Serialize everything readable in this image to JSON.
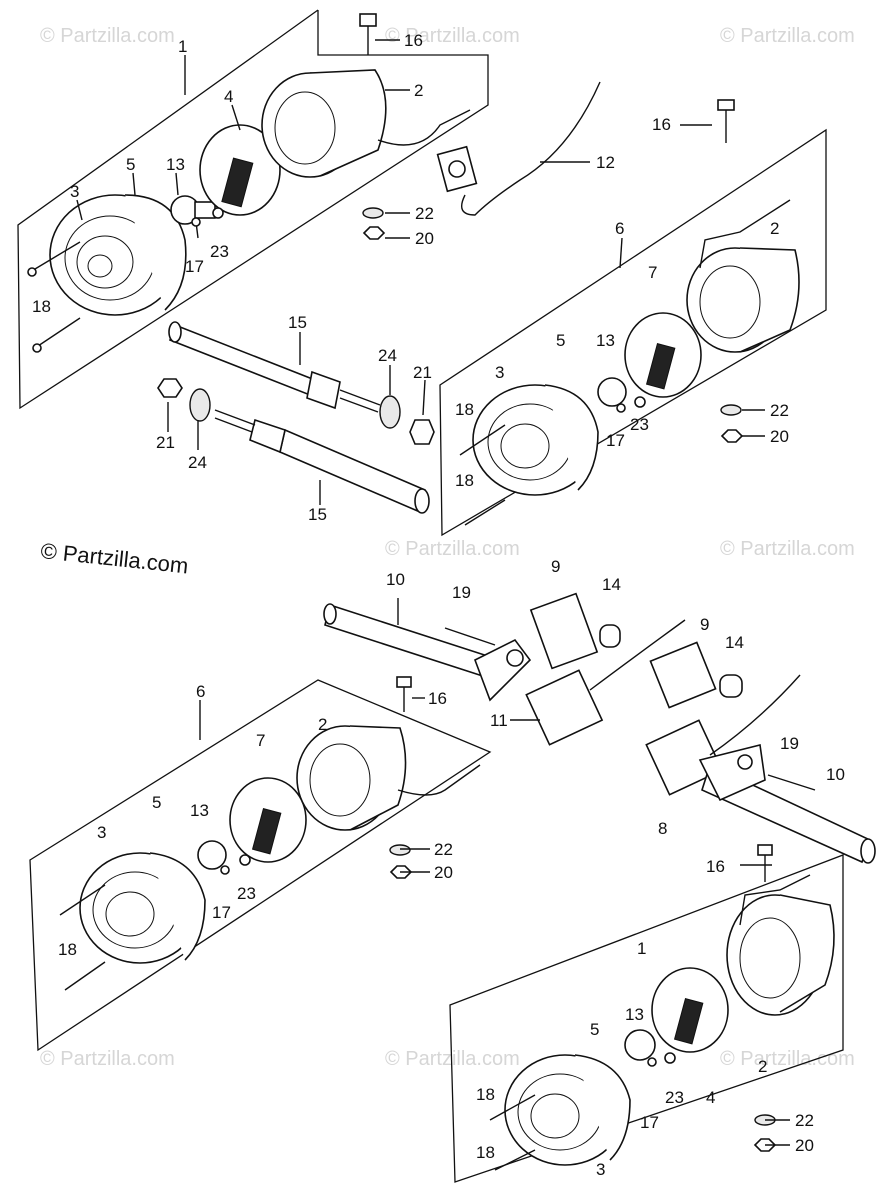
{
  "watermarks": [
    "© Partzilla.com"
  ],
  "copyright": "© Partzilla.com",
  "callouts": {
    "c1": "1",
    "c2": "2",
    "c3": "3",
    "c4": "4",
    "c5": "5",
    "c6": "6",
    "c7": "7",
    "c8": "8",
    "c9": "9",
    "c10": "10",
    "c11": "11",
    "c12": "12",
    "c13": "13",
    "c14": "14",
    "c15": "15",
    "c16": "16",
    "c17": "17",
    "c18": "18",
    "c19": "19",
    "c20": "20",
    "c21": "21",
    "c22": "22",
    "c23": "23",
    "c24": "24"
  }
}
